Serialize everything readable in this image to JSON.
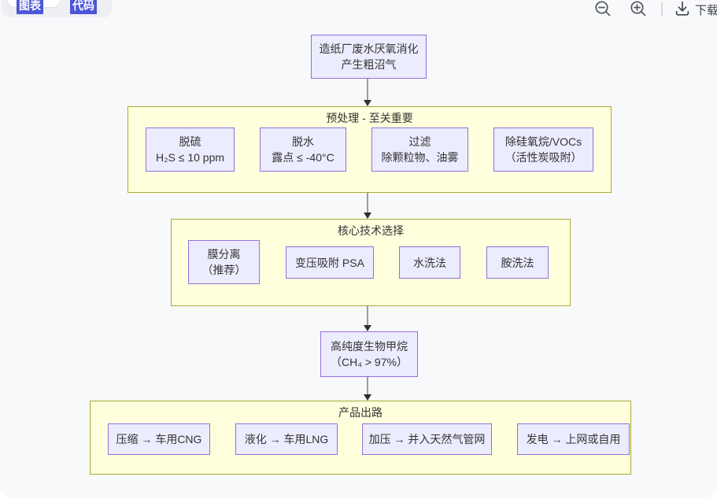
{
  "tabs": {
    "chart": "图表",
    "code": "代码"
  },
  "toolbar": {
    "zoom_out_icon": "magnifier-minus-icon",
    "zoom_in_icon": "magnifier-plus-icon",
    "download_icon": "download-icon",
    "download_label": "下载"
  },
  "flow": {
    "start": {
      "line1": "造纸厂废水厌氧消化",
      "line2": "产生粗沼气"
    },
    "pre": {
      "title": "预处理 - 至关重要",
      "n1": {
        "line1": "脱硫",
        "line2": "H₂S ≤ 10 ppm"
      },
      "n2": {
        "line1": "脱水",
        "line2": "露点 ≤ -40°C"
      },
      "n3": {
        "line1": "过滤",
        "line2": "除颗粒物、油雾"
      },
      "n4": {
        "line1": "除硅氧烷/VOCs",
        "line2": "（活性炭吸附）"
      }
    },
    "core": {
      "title": "核心技术选择",
      "n1": {
        "line1": "膜分离",
        "line2": "（推荐）"
      },
      "n2": {
        "line1": "变压吸附 PSA"
      },
      "n3": {
        "line1": "水洗法"
      },
      "n4": {
        "line1": "胺洗法"
      }
    },
    "product": {
      "line1": "高纯度生物甲烷",
      "line2": "（CH₄ > 97%）"
    },
    "out": {
      "title": "产品出路",
      "n1": {
        "line1": "压缩 → 车用CNG"
      },
      "n2": {
        "line1": "液化 → 车用LNG"
      },
      "n3": {
        "line1": "加压 → 并入天然气管网"
      },
      "n4": {
        "line1": "发电 → 上网或自用"
      }
    }
  },
  "colors": {
    "node_fill": "#ECECFF",
    "node_border": "#9370DB",
    "cluster_fill": "#FFFFDE",
    "cluster_border": "#AAAA33",
    "edge_line": "#9C9C9C",
    "arrowhead": "#2F2F2F",
    "highlight_accent": "#4C56D6",
    "panel_bg": "#F8F9FB"
  }
}
